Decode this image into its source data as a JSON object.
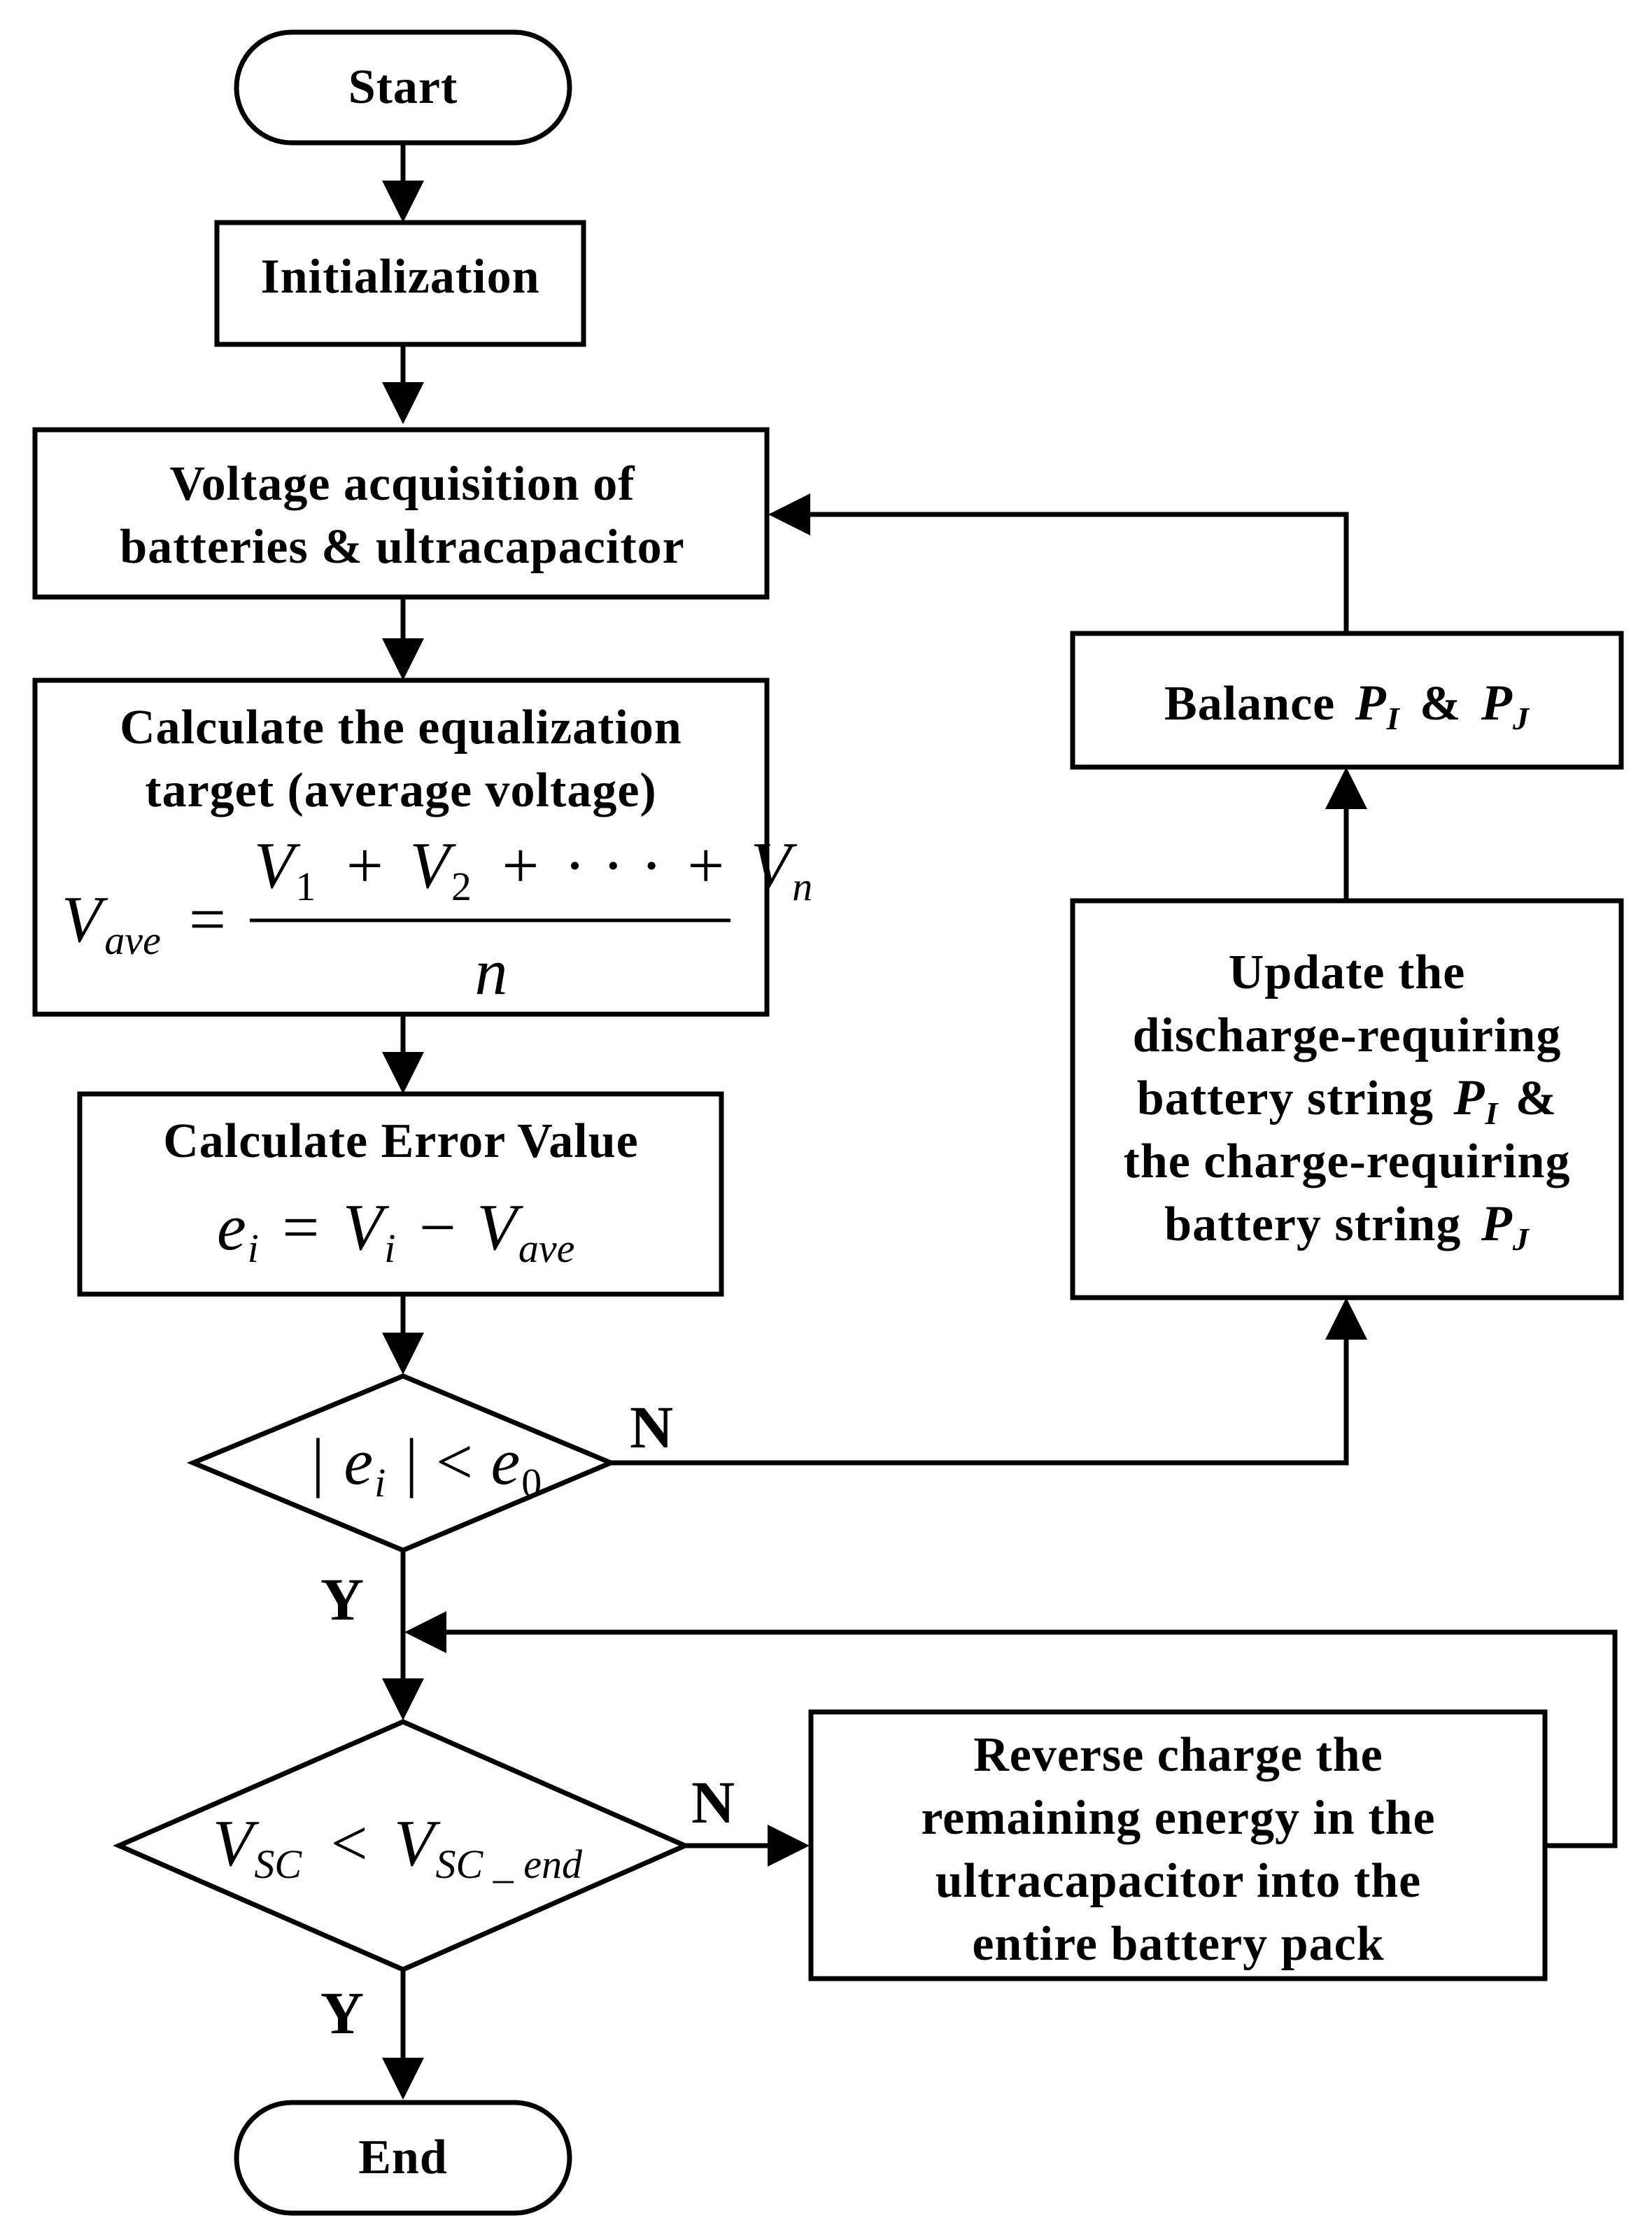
{
  "nodes": {
    "start": "Start",
    "init": "Initialization",
    "acq": [
      "Voltage acquisition of",
      "batteries & ultracapacitor"
    ],
    "calc_target": [
      "Calculate the equalization",
      "target (average voltage)"
    ],
    "calc_error": "Calculate Error Value",
    "balance_prefix": "Balance",
    "balance_amp": "&",
    "update": [
      "Update the",
      "discharge-requiring",
      "battery string",
      "the charge-requiring",
      "battery string"
    ],
    "update_amp": "&",
    "reverse": [
      "Reverse charge the",
      "remaining energy in the",
      "ultracapacitor into the",
      "entire battery pack"
    ],
    "end": "End"
  },
  "formulas": {
    "vave": {
      "lhs": "V",
      "lhs_sub": "ave",
      "eq": "=",
      "num": [
        {
          "v": "V",
          "s": "1"
        },
        {
          "op": "+"
        },
        {
          "v": "V",
          "s": "2"
        },
        {
          "op": "+"
        },
        {
          "op": "· · ·"
        },
        {
          "op": "+"
        },
        {
          "v": "V",
          "s": "n"
        }
      ],
      "den": "n"
    },
    "error": {
      "e": "e",
      "e_sub": "i",
      "eq": "=",
      "v": "V",
      "v_sub": "i",
      "minus": "−",
      "v2": "V",
      "v2_sub": "ave"
    },
    "dec1": {
      "bar": "|",
      "e": "e",
      "e_sub": "i",
      "bar2": "|",
      "lt": "<",
      "e0": "e",
      "e0_sub": "0"
    },
    "dec2": {
      "v": "V",
      "v_sub": "SC",
      "lt": "<",
      "v2": "V",
      "v2_sub": "SC _ end"
    }
  },
  "symbols": {
    "pi": "P",
    "pi_sub": "I",
    "pj": "P",
    "pj_sub": "J"
  },
  "labels": {
    "yes": "Y",
    "no": "N"
  }
}
